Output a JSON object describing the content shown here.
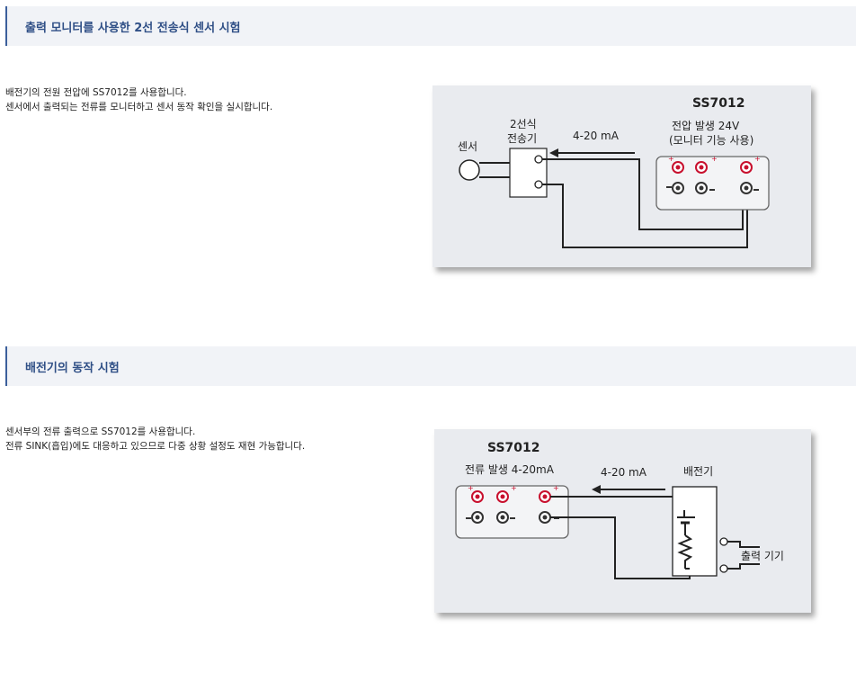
{
  "section1": {
    "title": "출력 모니터를 사용한 2선 전송식 센서 시험",
    "lines": [
      "배전기의 전원 전압에 SS7012를 사용합니다.",
      "센서에서 출력되는 전류를 모니터하고 센서 동작 확인을 실시합니다."
    ],
    "diagram": {
      "device_model": "SS7012",
      "device_mode_line1": "전압 발생 24V",
      "device_mode_line2": "(모니터 기능 사용)",
      "transmitter_line1": "2선식",
      "transmitter_line2": "전송기",
      "current_label": "4-20 mA",
      "sensor_label": "센서"
    }
  },
  "section2": {
    "title": "배전기의 동작 시험",
    "lines": [
      "센서부의 전류 출력으로 SS7012를 사용합니다.",
      "전류 SINK(흡입)에도 대응하고 있으므로 다중 상황 설정도 재현 가능합니다."
    ],
    "diagram": {
      "device_model": "SS7012",
      "device_mode": "전류 발생 4-20mA",
      "current_label": "4-20 mA",
      "distributor_label": "배전기",
      "output_label": "출력 기기"
    }
  },
  "colors": {
    "header_bg": "#f1f3f7",
    "header_accent": "#3b5f9b",
    "title_color": "#2f4f86",
    "terminal_red": "#c8102e"
  }
}
